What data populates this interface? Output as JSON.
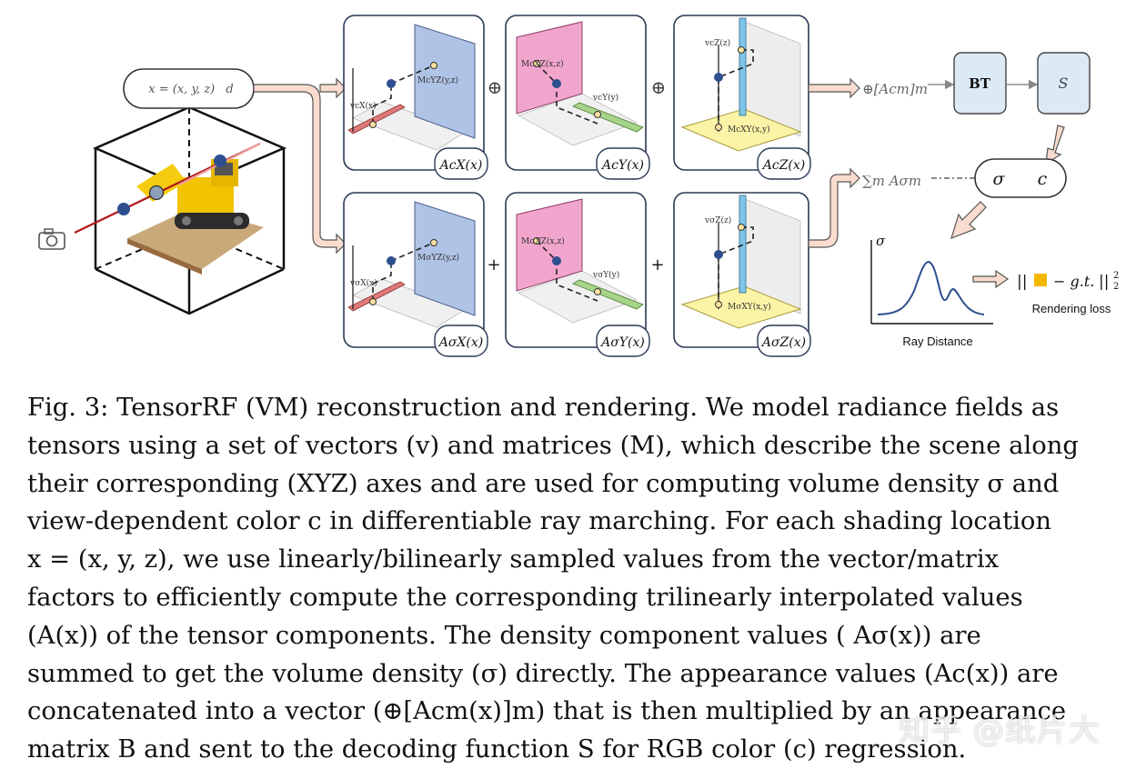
{
  "figure": {
    "input": {
      "x_eq": "x = (x, y, z)",
      "d": "d"
    },
    "panels_top": {
      "p1": {
        "vec": "vcX(x)",
        "mat": "McYZ(y,z)",
        "label": "AcX(x)"
      },
      "p2": {
        "vec": "vcY(y)",
        "mat": "McXZ(x,z)",
        "label": "AcY(x)"
      },
      "p3": {
        "vec": "vcZ(z)",
        "mat": "McXY(x,y)",
        "label": "AcZ(x)"
      }
    },
    "panels_bottom": {
      "p1": {
        "vec": "vσX(x)",
        "mat": "MσYZ(y,z)",
        "label": "AσX(x)"
      },
      "p2": {
        "vec": "vσY(y)",
        "mat": "MσXZ(x,z)",
        "label": "AσY(x)"
      },
      "p3": {
        "vec": "vσZ(z)",
        "mat": "MσXY(x,y)",
        "label": "AσZ(x)"
      }
    },
    "op_top": "⊕",
    "op_bottom": "+",
    "concat": "⊕[Acm]m",
    "sum": "∑m Aσm",
    "bt": "BT",
    "s": "S",
    "sigma": "σ",
    "c": "c",
    "plot_ylabel": "σ",
    "plot_xlabel": "Ray Distance",
    "loss_formula": "|| ■ − g.t. ||22",
    "loss_label": "Rendering loss",
    "colors": {
      "blue_panel": "#AFC3E6",
      "pink_panel": "#F2A5CC",
      "yellow_panel": "#FBF3A6",
      "box_fill": "#DCEAF6",
      "arrow_fill": "#F9DCCF",
      "loss_square": "#F5B800",
      "dot": "#2E4F8F"
    }
  },
  "caption": {
    "l1": "Fig. 3: TensorRF (VM) reconstruction and rendering. We model radiance fields as",
    "l2": "tensors using a set of vectors (v) and matrices (M), which describe the scene along",
    "l3": "their corresponding (XYZ) axes and are used for computing volume density σ and",
    "l4": "view-dependent color c in differentiable ray marching. For each shading location",
    "l5": "x = (x, y, z), we use linearly/bilinearly sampled values from the vector/matrix",
    "l6": "factors to efficiently compute the corresponding trilinearly interpolated values",
    "l7": "(A(x)) of the tensor components. The density component values ( Aσ(x)) are",
    "l8": "summed to get the volume density (σ) directly. The appearance values (Ac(x)) are",
    "l9": "concatenated into a vector (⊕[Acm(x)]m) that is then multiplied by an appearance",
    "l10": "matrix B and sent to the decoding function S for RGB color (c) regression."
  },
  "watermark": "知乎 @纸片大"
}
